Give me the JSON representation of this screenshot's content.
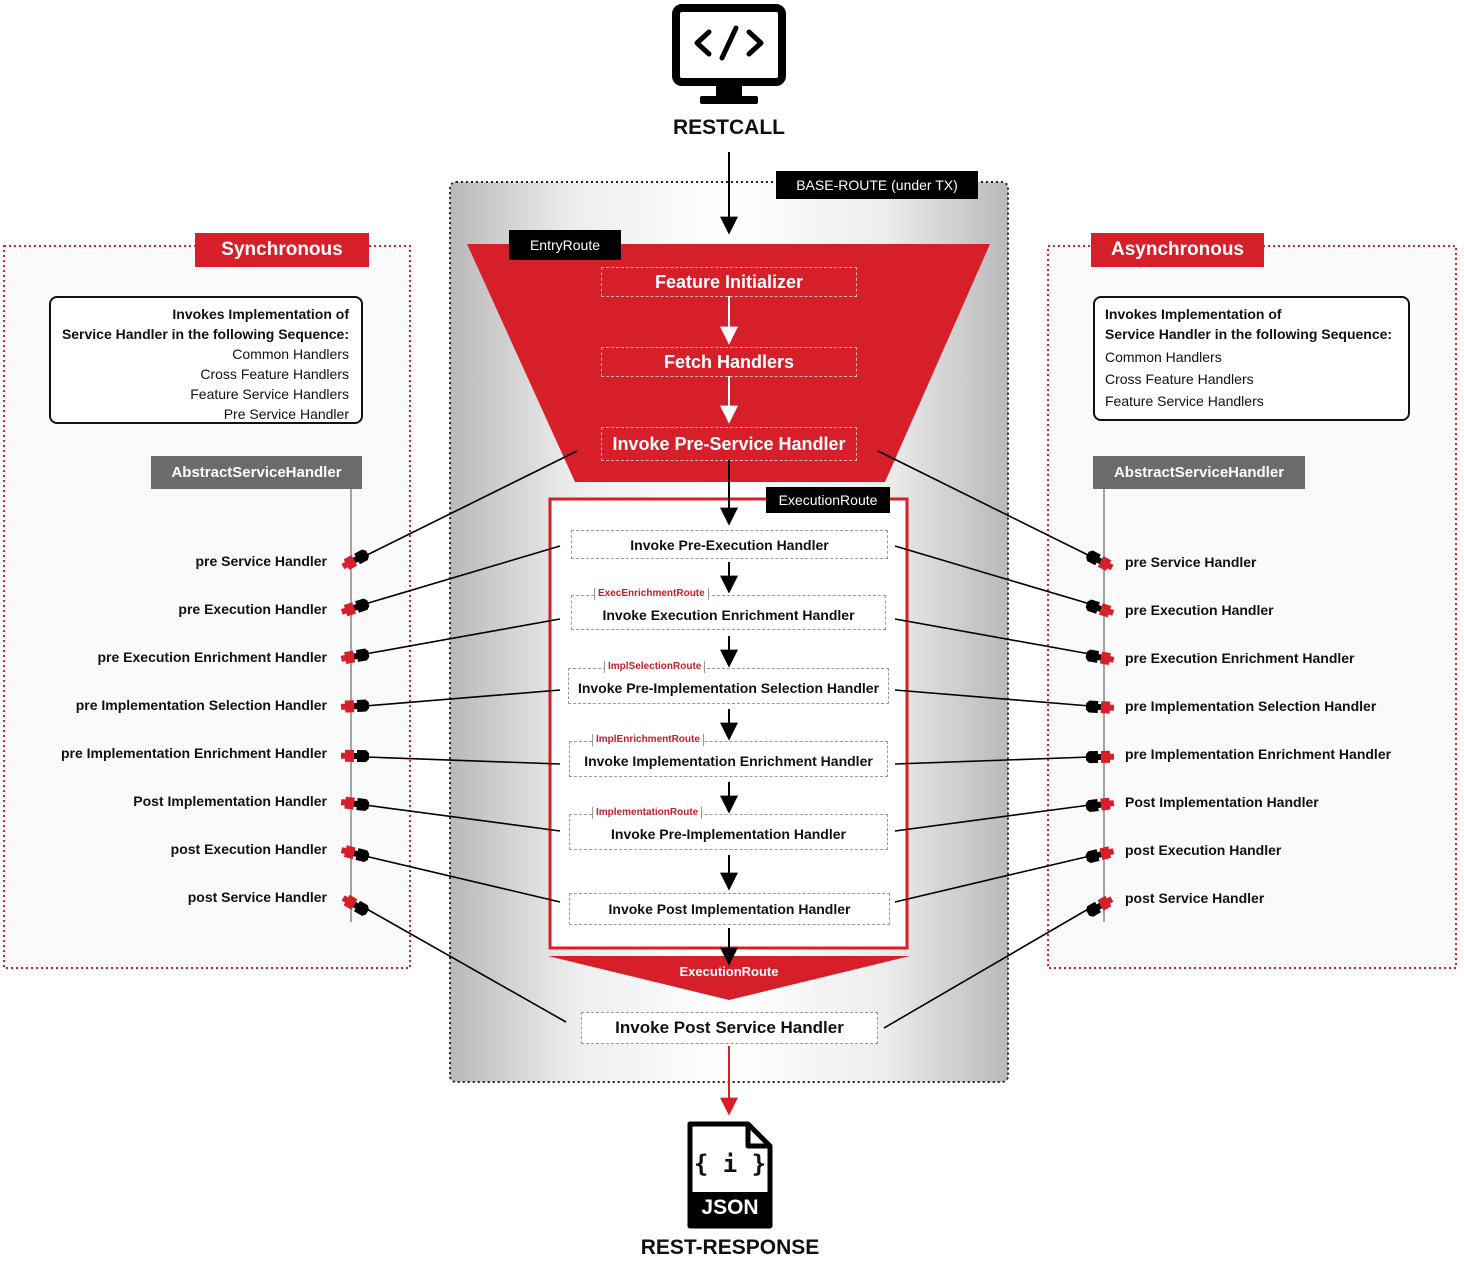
{
  "top": {
    "label": "RESTCALL",
    "icon": "code-monitor-icon"
  },
  "bottom": {
    "label": "REST-RESPONSE",
    "icon": "json-file-icon",
    "file_label": "JSON",
    "file_glyph": "{ i }"
  },
  "base_route": {
    "label": "BASE-ROUTE (under TX)"
  },
  "entry_route": {
    "label": "EntryRoute",
    "steps": [
      "Feature Initializer",
      "Fetch Handlers",
      "Invoke Pre-Service Handler"
    ]
  },
  "execution_route": {
    "label": "ExecutionRoute",
    "footer_label": "ExecutionRoute",
    "steps": [
      {
        "label": "Invoke Pre-Execution Handler",
        "subroute": ""
      },
      {
        "label": "Invoke Execution Enrichment Handler",
        "subroute": "ExecEnrichmentRoute"
      },
      {
        "label": "Invoke Pre-Implementation Selection Handler",
        "subroute": "ImplSelectionRoute"
      },
      {
        "label": "Invoke Implementation Enrichment Handler",
        "subroute": "ImplEnrichmentRoute"
      },
      {
        "label": "Invoke Pre-Implementation Handler",
        "subroute": "ImplementationRoute"
      },
      {
        "label": "Invoke Post Implementation Handler",
        "subroute": ""
      }
    ]
  },
  "post_service": {
    "label": "Invoke Post Service Handler"
  },
  "synchronous": {
    "title": "Synchronous",
    "sequence_lines": [
      "Invokes Implementation of",
      "Service Handler in the following Sequence:",
      "Common Handlers",
      "Cross Feature Handlers",
      "Feature Service Handlers",
      "Pre Service Handler"
    ],
    "abstract_label": "AbstractServiceHandler",
    "handlers": [
      "pre Service Handler",
      "pre Execution Handler",
      "pre Execution Enrichment  Handler",
      "pre Implementation Selection Handler",
      "pre Implementation Enrichment Handler",
      "Post Implementation Handler",
      "post Execution Handler",
      "post Service Handler"
    ]
  },
  "asynchronous": {
    "title": "Asynchronous",
    "sequence_lines": [
      "Invokes Implementation of",
      "Service Handler in the following Sequence:",
      "Common Handlers",
      "Cross Feature Handlers",
      "Feature Service Handlers"
    ],
    "abstract_label": "AbstractServiceHandler",
    "handlers": [
      "pre Service Handler",
      "pre Execution Handler",
      "pre Execution Enrichment  Handler",
      "pre Implementation Selection Handler",
      "pre Implementation Enrichment Handler",
      "Post Implementation Handler",
      "post Execution Handler",
      "post Service Handler"
    ]
  },
  "colors": {
    "accent_red": "#d71f2a",
    "black": "#000000",
    "grey_tag": "#6b6b6b"
  }
}
